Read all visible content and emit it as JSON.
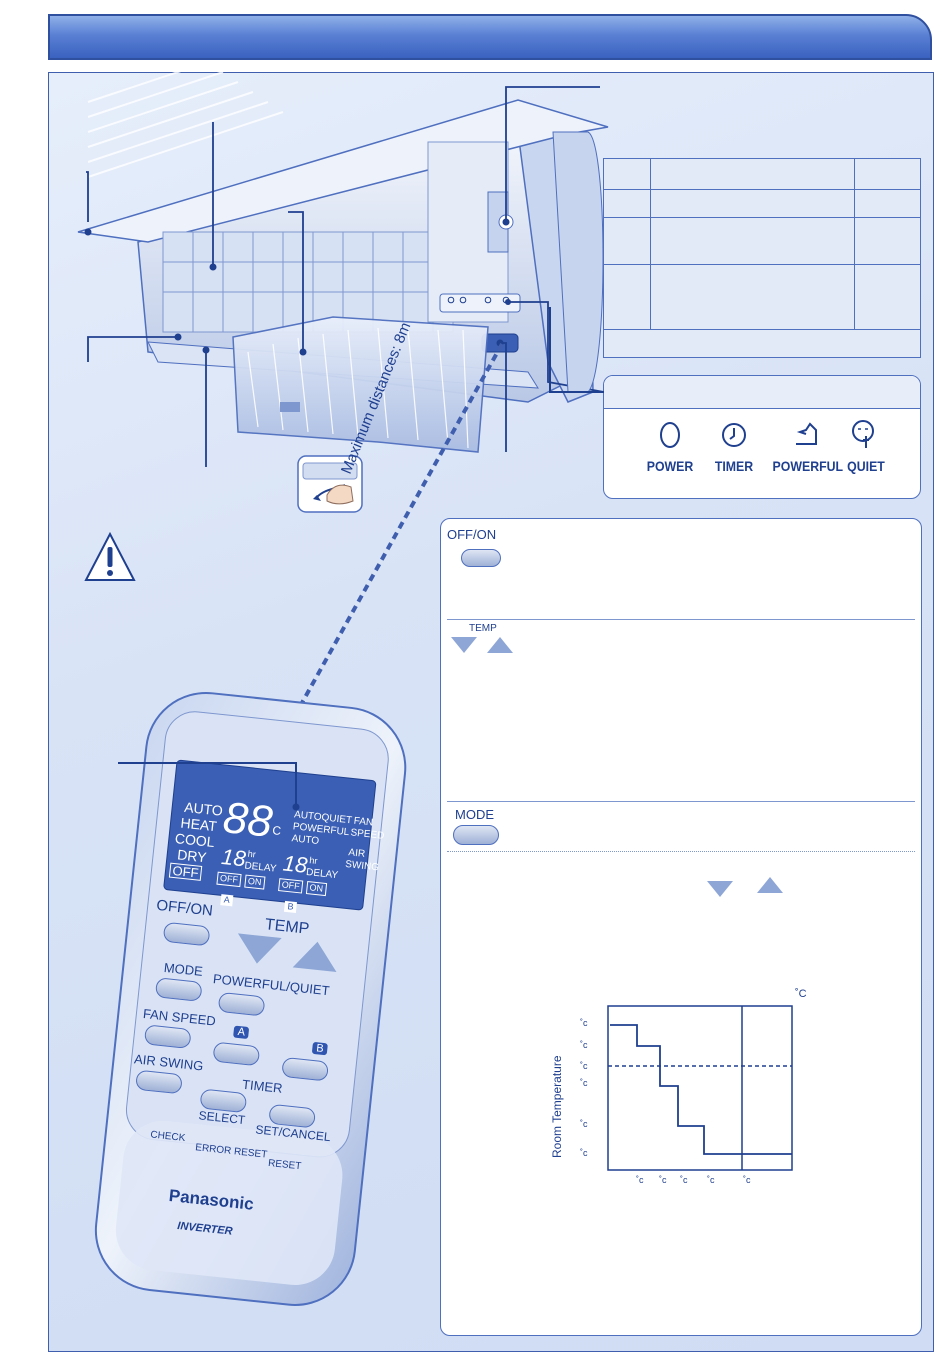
{
  "indicator_panel": {
    "labels": [
      "POWER",
      "TIMER",
      "POWERFUL",
      "QUIET"
    ],
    "icons": [
      "power-icon",
      "timer-icon",
      "powerful-icon",
      "quiet-icon"
    ]
  },
  "distance_label": "Maximum distances: 8m",
  "ops_panel": {
    "off_on_label": "OFF/ON",
    "temp_label": "TEMP",
    "mode_label": "MODE"
  },
  "graph": {
    "y_label": "Room Temperature",
    "unit": "˚c",
    "unit_header": "˚C"
  },
  "remote": {
    "lcd": {
      "modes": [
        "AUTO",
        "HEAT",
        "COOL",
        "DRY",
        "OFF"
      ],
      "digits": "88",
      "small_digits": "18",
      "hr": "hr",
      "delay": "DELAY",
      "off": "OFF",
      "on": "ON",
      "auto_quiet": "AUTOQUIET",
      "powerful": "POWERFUL",
      "auto": "AUTO",
      "fan": "FAN",
      "speed": "SPEED",
      "air": "AIR",
      "swing": "SWING",
      "c": "C",
      "a": "A",
      "b": "B"
    },
    "off_on": "OFF/ON",
    "temp": "TEMP",
    "mode": "MODE",
    "powerful_quiet": "POWERFUL/QUIET",
    "fan_speed": "FAN SPEED",
    "air_swing": "AIR SWING",
    "timer": "TIMER",
    "a": "A",
    "b": "B",
    "select": "SELECT",
    "set_cancel": "SET/CANCEL",
    "check": "CHECK",
    "error_reset": "ERROR RESET",
    "reset": "RESET",
    "brand": "Panasonic",
    "inverter": "INVERTER"
  },
  "colors": {
    "accent": "#3a62bf",
    "line": "#1f3f8f"
  }
}
